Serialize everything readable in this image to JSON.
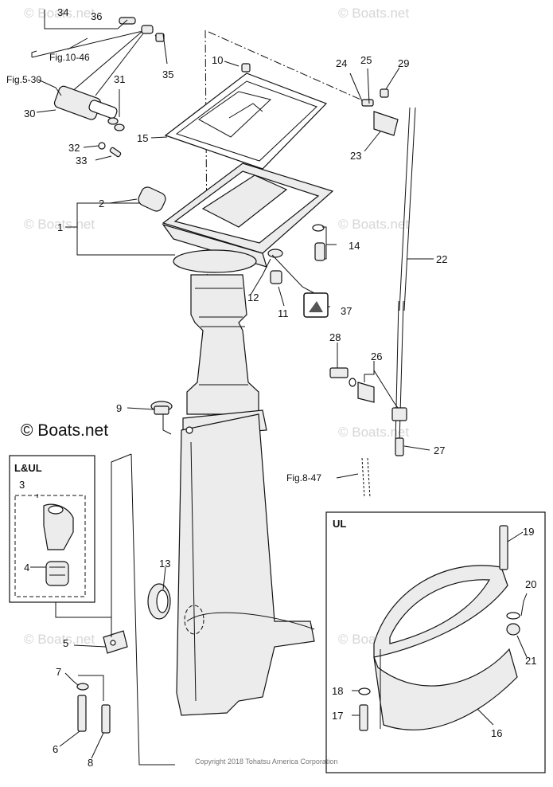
{
  "callouts": {
    "c1": "1",
    "c2": "2",
    "c3": "3",
    "c4": "4",
    "c5": "5",
    "c6": "6",
    "c7": "7",
    "c8": "8",
    "c9": "9",
    "c10": "10",
    "c11": "11",
    "c12": "12",
    "c13": "13",
    "c14": "14",
    "c15": "15",
    "c16": "16",
    "c17": "17",
    "c18": "18",
    "c19": "19",
    "c20": "20",
    "c21": "21",
    "c22": "22",
    "c23": "23",
    "c24": "24",
    "c25": "25",
    "c26": "26",
    "c27": "27",
    "c28": "28",
    "c29": "29",
    "c30": "30",
    "c31": "31",
    "c32": "32",
    "c33": "33",
    "c34": "34",
    "c35": "35",
    "c36": "36",
    "c37": "37"
  },
  "references": {
    "fig_10_46": "Fig.10-46",
    "fig_5_30": "Fig.5-30",
    "fig_8_47": "Fig.8-47"
  },
  "boxes": {
    "lul_title": "L&UL",
    "ul_title": "UL"
  },
  "watermark": "© Boats.net",
  "copyright_main": "© Boats.net",
  "copyright_footer": "Copyright 2018 Tohatsu America Corporation"
}
